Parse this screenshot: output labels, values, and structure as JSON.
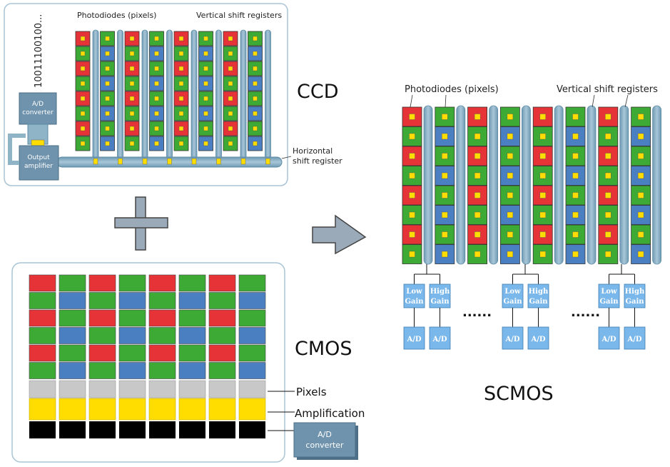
{
  "colors": {
    "red": "#e63337",
    "green": "#3daa35",
    "blue": "#4a7fc1",
    "yellow": "#ffdd00",
    "register": "#8fb4c8",
    "register_edge": "#5b8aa5",
    "panel_border": "#a9c4d6",
    "box": "#6f93ad",
    "sc_box": "#7ab7ea",
    "gray": "#c8c8c8",
    "black": "#000000"
  },
  "ccd": {
    "title": "CCD",
    "label_photodiodes": "Photodiodes (pixels)",
    "label_vertical": "Vertical shift registers",
    "label_horizontal_1": "Horizontal",
    "label_horizontal_2": "shift register",
    "adc_1": "A/D",
    "adc_2": "converter",
    "amp_1": "Output",
    "amp_2": "amplifier",
    "bits": "10011100100...",
    "grid": [
      [
        "R",
        "G",
        "R",
        "G",
        "R",
        "G",
        "R",
        "G"
      ],
      [
        "G",
        "B",
        "G",
        "B",
        "G",
        "B",
        "G",
        "B"
      ],
      [
        "R",
        "G",
        "R",
        "G",
        "R",
        "G",
        "R",
        "G"
      ],
      [
        "G",
        "B",
        "G",
        "B",
        "G",
        "B",
        "G",
        "B"
      ],
      [
        "R",
        "G",
        "R",
        "G",
        "R",
        "G",
        "R",
        "G"
      ],
      [
        "G",
        "B",
        "G",
        "B",
        "G",
        "B",
        "G",
        "B"
      ],
      [
        "R",
        "G",
        "R",
        "G",
        "R",
        "G",
        "R",
        "G"
      ],
      [
        "G",
        "B",
        "G",
        "B",
        "G",
        "B",
        "G",
        "B"
      ]
    ]
  },
  "cmos": {
    "title": "CMOS",
    "label_pixels": "Pixels",
    "label_amplification": "Amplification",
    "adc_1": "A/D",
    "adc_2": "converter",
    "grid": [
      [
        "R",
        "G",
        "R",
        "G",
        "R",
        "G",
        "R",
        "G"
      ],
      [
        "G",
        "B",
        "G",
        "B",
        "G",
        "B",
        "G",
        "B"
      ],
      [
        "R",
        "G",
        "R",
        "G",
        "R",
        "G",
        "R",
        "G"
      ],
      [
        "G",
        "B",
        "G",
        "B",
        "G",
        "B",
        "G",
        "B"
      ],
      [
        "R",
        "G",
        "R",
        "G",
        "R",
        "G",
        "R",
        "G"
      ],
      [
        "G",
        "B",
        "G",
        "B",
        "G",
        "B",
        "G",
        "B"
      ]
    ]
  },
  "scmos": {
    "title": "SCMOS",
    "label_photodiodes": "Photodiodes (pixels)",
    "label_vertical": "Vertical shift registers",
    "low_1": "Low",
    "low_2": "Gain",
    "high_1": "High",
    "high_2": "Gain",
    "adc": "A/D",
    "ellipsis": "......",
    "grid": [
      [
        "R",
        "G",
        "R",
        "G",
        "R",
        "G",
        "R",
        "G"
      ],
      [
        "G",
        "B",
        "G",
        "B",
        "G",
        "B",
        "G",
        "B"
      ],
      [
        "R",
        "G",
        "R",
        "G",
        "R",
        "G",
        "R",
        "G"
      ],
      [
        "G",
        "B",
        "G",
        "B",
        "G",
        "B",
        "G",
        "B"
      ],
      [
        "R",
        "G",
        "R",
        "G",
        "R",
        "G",
        "R",
        "G"
      ],
      [
        "G",
        "B",
        "G",
        "B",
        "G",
        "B",
        "G",
        "B"
      ],
      [
        "R",
        "G",
        "R",
        "G",
        "R",
        "G",
        "R",
        "G"
      ],
      [
        "G",
        "B",
        "G",
        "B",
        "G",
        "B",
        "G",
        "B"
      ]
    ]
  },
  "plus_icon": "plus-icon",
  "arrow_icon": "right-arrow-icon"
}
